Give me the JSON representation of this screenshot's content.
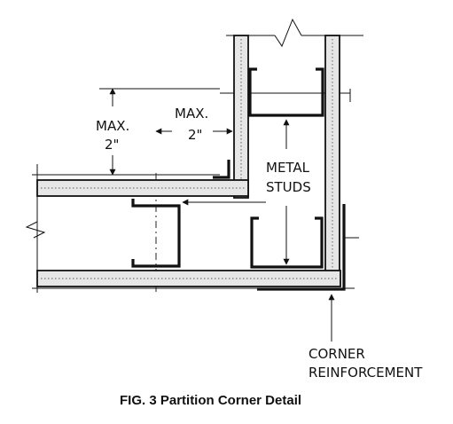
{
  "labels": {
    "max_vertical_line1": "MAX.",
    "max_vertical_line2": "2\"",
    "max_horizontal_line1": "MAX.",
    "max_horizontal_line2": "2\"",
    "metal_studs_line1": "METAL",
    "metal_studs_line2": "STUDS",
    "corner_reinf_line1": "CORNER",
    "corner_reinf_line2": "REINFORCEMENT"
  },
  "caption": "FIG. 3 Partition Corner Detail",
  "colors": {
    "ink": "#111111",
    "board_fill": "#e6e6e6"
  },
  "icons": {
    "break": "break-line-icon",
    "arrow": "arrowhead-icon"
  }
}
